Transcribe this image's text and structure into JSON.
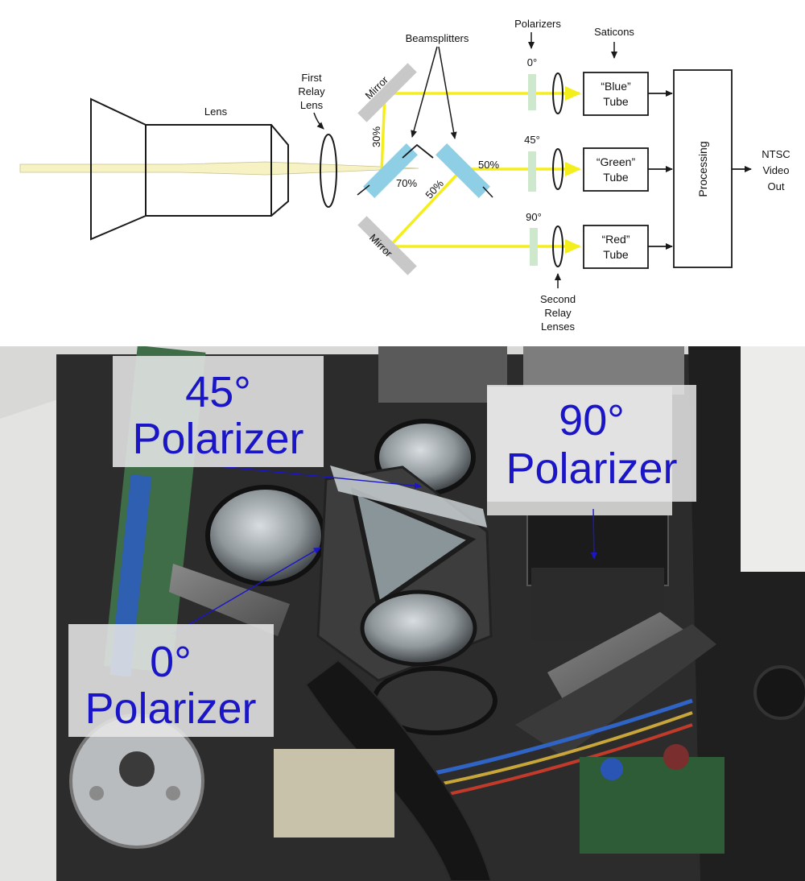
{
  "diagram": {
    "labels": {
      "lens": "Lens",
      "first_relay": [
        "First",
        "Relay",
        "Lens"
      ],
      "mirror_top": "Mirror",
      "mirror_bottom": "Mirror",
      "beamsplitters": "Beamsplitters",
      "polarizers": "Polarizers",
      "saticons": "Saticons",
      "pct_30": "30%",
      "pct_70": "70%",
      "pct_50_right": "50%",
      "pct_50_diag": "50%",
      "pol_0": "0°",
      "pol_45": "45°",
      "pol_90": "90°",
      "second_relay": [
        "Second",
        "Relay",
        "Lenses"
      ],
      "processing": "Processing",
      "output": [
        "NTSC",
        "Video",
        "Out"
      ]
    },
    "tubes": [
      {
        "line1": "“Blue”",
        "line2": "Tube"
      },
      {
        "line1": "“Green”",
        "line2": "Tube"
      },
      {
        "line1": "“Red”",
        "line2": "Tube"
      }
    ],
    "colors": {
      "beam_light": "#f7f2c4",
      "beam_yellow": "#f5ee1d",
      "splitter_blue": "#8fcfe6",
      "mirror_gray": "#c8c8c8",
      "polarizer_green": "#cde8cd",
      "outline": "#1a1a1a"
    }
  },
  "photo": {
    "callouts": [
      {
        "line1": "45°",
        "line2": "Polarizer"
      },
      {
        "line1": "90°",
        "line2": "Polarizer"
      },
      {
        "line1": "0°",
        "line2": "Polarizer"
      }
    ],
    "colors": {
      "callout_text": "#1a16c8",
      "callout_bg": "#e6e6e6",
      "arrow": "#1a16c8"
    }
  }
}
